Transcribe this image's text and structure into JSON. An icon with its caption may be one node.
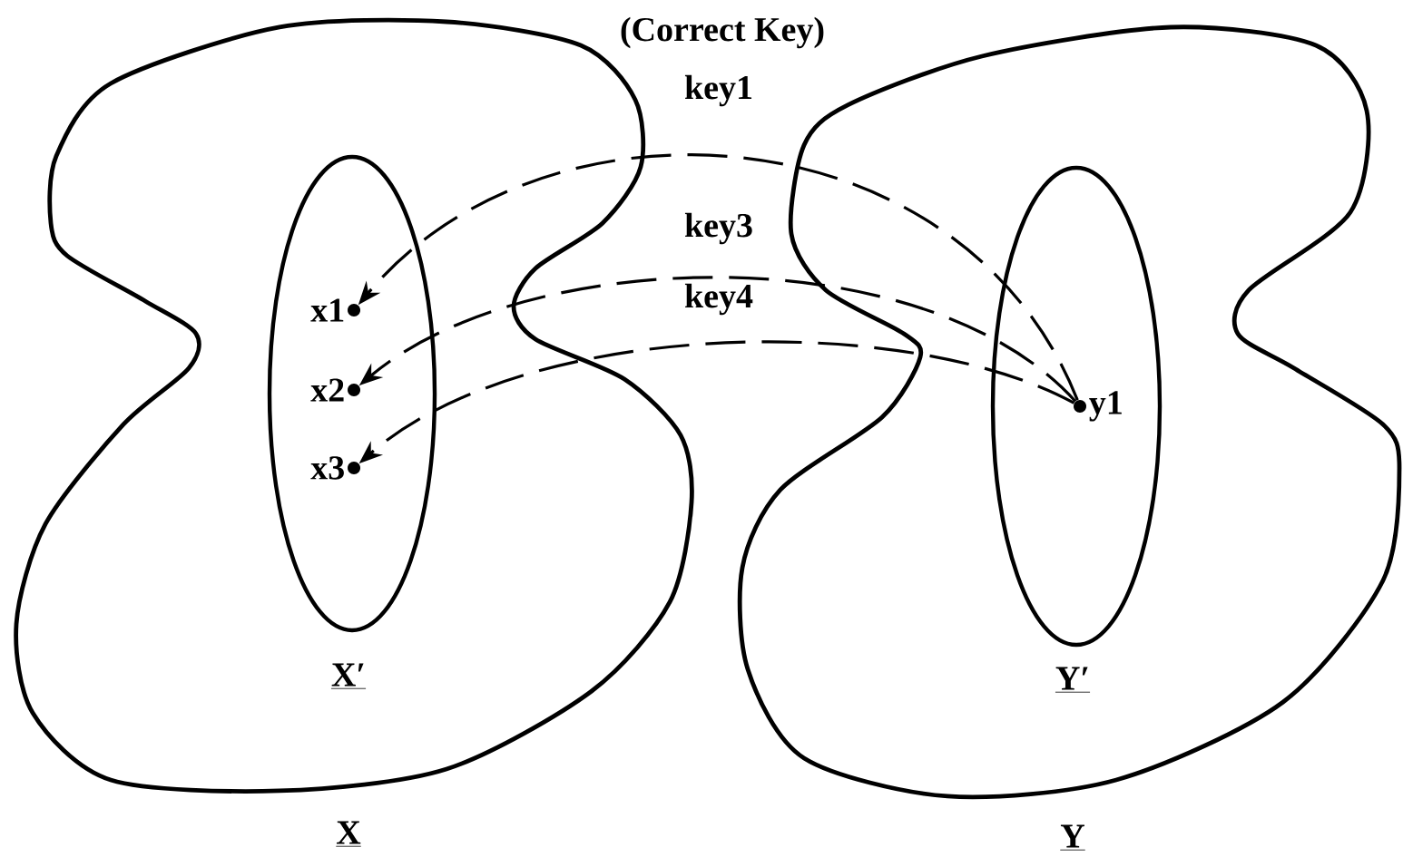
{
  "diagram": {
    "nodes": [
      {
        "text": [
          "X"
        ]
      },
      {
        "text": [
          "X′"
        ],
        "in": 0
      },
      {
        "text": [
          "x1"
        ],
        "in": 1
      },
      {
        "text": [
          "x2"
        ],
        "in": 1
      },
      {
        "text": [
          "x3"
        ],
        "in": 1
      },
      {
        "text": [
          "Y"
        ]
      },
      {
        "text": [
          "Y′"
        ],
        "in": 5
      },
      {
        "text": [
          "y1"
        ],
        "in": 6
      }
    ],
    "edges": [
      {
        "from": 7,
        "to": 2,
        "arrow": "to",
        "label": "key1",
        "style": "dashed"
      },
      {
        "from": 7,
        "to": 3,
        "arrow": "to",
        "label": "key3",
        "style": "dashed"
      },
      {
        "from": 7,
        "to": 4,
        "arrow": "to",
        "label": "key4",
        "style": "dashed"
      }
    ],
    "labels": [
      "(Correct Key)"
    ]
  }
}
